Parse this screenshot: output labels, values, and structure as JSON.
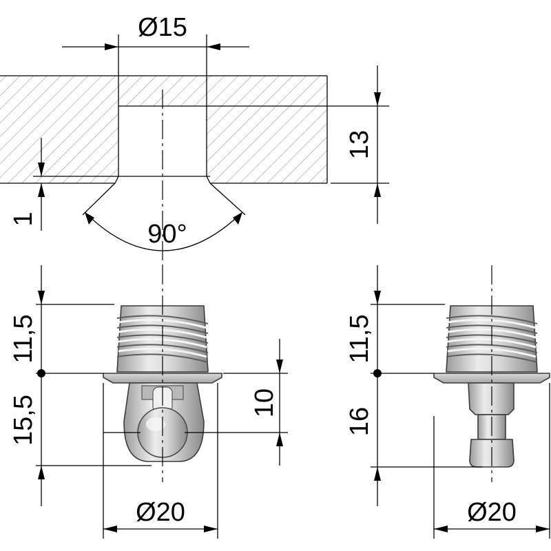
{
  "dimensions": {
    "bore_diameter": "Ø15",
    "bore_depth": "13",
    "countersink_depth": "1",
    "countersink_angle": "90°",
    "left_upper_height": "11,5",
    "left_lower_height": "15,5",
    "left_shaft_height": "10",
    "left_diameter": "Ø20",
    "right_upper_height": "11,5",
    "right_lower_height": "16",
    "right_diameter": "Ø20"
  },
  "colors": {
    "line": "#000000",
    "hatch": "#999999",
    "part_light": "#e6e6e6",
    "part_mid": "#c8c8c8",
    "part_dark": "#8c8c8c"
  }
}
